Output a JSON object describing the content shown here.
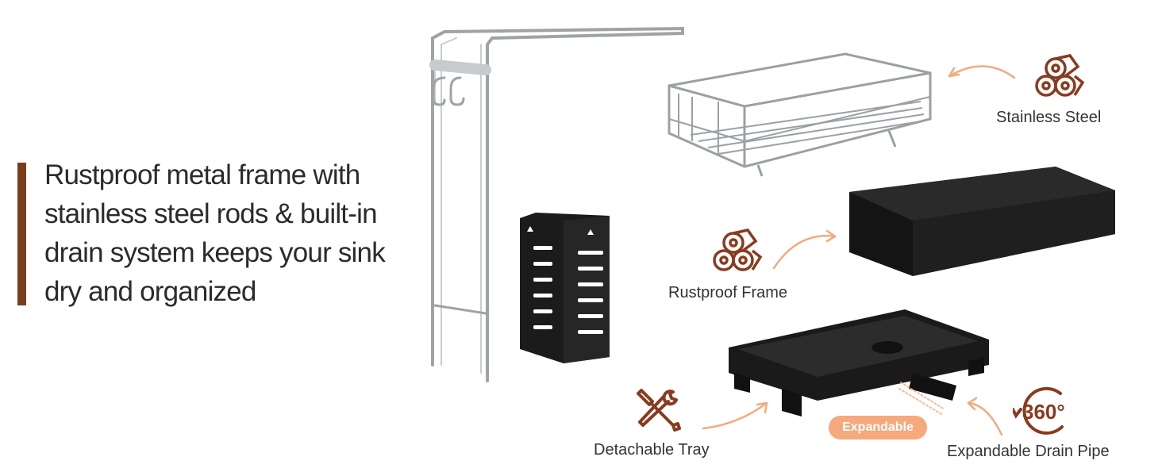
{
  "headline": "Rustproof metal frame with stainless steel rods & built-in drain system keeps your sink dry and organized",
  "features": {
    "stainless_steel": "Stainless Steel",
    "rustproof_frame": "Rustproof Frame",
    "detachable_tray": "Detachable Tray",
    "expandable_drain_pipe": "Expandable Drain Pipe",
    "expandable_badge": "Expandable",
    "rotation_badge": "360°"
  },
  "colors": {
    "accent": "#7a3d1b",
    "arrow": "#f5a97c",
    "icon": "#8a3a1e",
    "product_black": "#1c1c1c",
    "steel": "#b8bcc0"
  },
  "icons": [
    "steel-logs-icon",
    "frame-logs-icon",
    "tools-icon",
    "rotate-360-icon"
  ]
}
